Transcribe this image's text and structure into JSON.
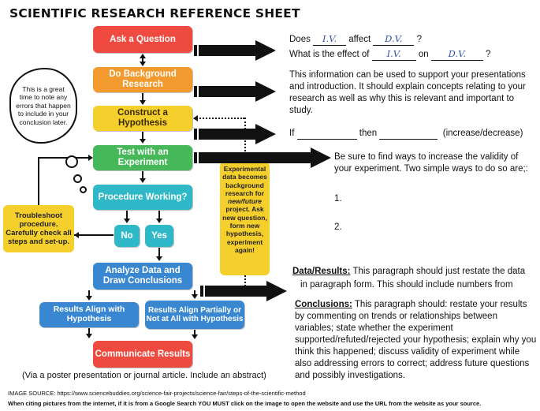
{
  "title": "SCIENTIFIC RESEARCH REFERENCE SHEET",
  "flow": {
    "ask": "Ask a Question",
    "research": "Do Background Research",
    "hypothesis": "Construct a Hypothesis",
    "test": "Test with an Experiment",
    "procedure": "Procedure Working?",
    "no": "No",
    "yes": "Yes",
    "analyze": "Analyze Data and Draw Conclusions",
    "align": "Results Align with Hypothesis",
    "partial": "Results Align Partially or Not at All with Hypothesis",
    "communicate": "Communicate Results"
  },
  "cloud_note": "This is a great time to note any errors that happen to include in your conclusion later.",
  "troubleshoot": "Troubleshoot procedure. Carefully check all steps and set-up.",
  "experimental_note": {
    "line1": "Experimental data becomes background research for",
    "italic": "new/future",
    "line2": "project. Ask new question, form new hypothesis, experiment again!"
  },
  "right": {
    "does": "Does",
    "does_blank1": "I.V.",
    "affect": "affect",
    "does_blank2": "D.V.",
    "q_mark": "?",
    "what": "What is the effect of",
    "what_blank1": "I.V.",
    "on": "on",
    "what_blank2": "D.V.",
    "research_text": "This information can be used to support your presentations and introduction.  It should explain concepts relating to your research as well as why this is relevant and important to study.",
    "if": "If",
    "then": "then",
    "inc_dec": "(increase/decrease)",
    "validity": "Be sure to  find ways to increase the validity of your experiment.  Two simple ways to do so are;:",
    "item1": "1.",
    "item2": "2.",
    "data_label": "Data/Results:",
    "data_text": " This paragraph should just restate the data",
    "data_text2": "in paragraph form.   This should include numbers from",
    "concl_label": "Conclusions:",
    "concl_text": " This paragraph should: restate your results  by commenting on trends or relationships between variables; state whether the experiment supported/refuted/rejected your hypothesis; explain why you think this happened; discuss validity of experiment while also addressing errors to correct; address future questions and possibly investigations."
  },
  "poster_note": "(Via a poster presentation or journal article.  Include an abstract)",
  "footer": {
    "source": "IMAGE SOURCE: https://www.sciencebuddies.org/science-fair-projects/science-fair/steps-of-the-scientific-method",
    "citing": "When citing pictures from the internet, if it is from a Google Search YOU MUST click on the image to open the website and use the URL from the website as your source."
  },
  "colors": {
    "red": "#ef4a3f",
    "orange": "#f39a2f",
    "yellow": "#f5cf2c",
    "green": "#46b85a",
    "teal": "#2fb8c8",
    "blue": "#3a87d1"
  }
}
